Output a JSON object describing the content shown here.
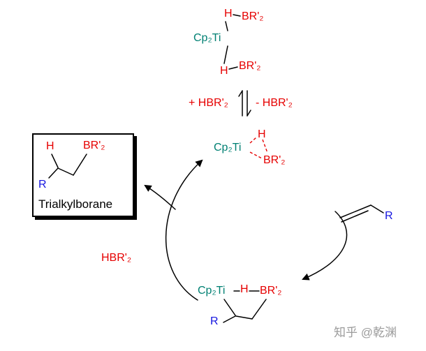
{
  "colors": {
    "ti": "#008073",
    "red": "#e60000",
    "blue": "#1515e0",
    "watermark": "#9b9b9b"
  },
  "top_complex": {
    "ti": "Cp₂Ti",
    "h1": "H",
    "br1": "BR'₂",
    "h2": "H",
    "br2": "BR'₂"
  },
  "equilibrium": {
    "forward": "+ HBR'₂",
    "reverse": "- HBR'₂"
  },
  "sigma_complex": {
    "ti": "Cp₂Ti",
    "h": "H",
    "br": "BR'₂"
  },
  "alkene": {
    "r": "R"
  },
  "metallacycle": {
    "ti": "Cp₂Ti",
    "h": "H",
    "br": "BR'₂",
    "r": "R"
  },
  "reagent": {
    "label": "HBR'₂"
  },
  "product_box": {
    "h": "H",
    "br": "BR'₂",
    "r": "R",
    "caption": "Trialkylborane"
  },
  "watermark": {
    "text": "知乎 @乾渊"
  }
}
